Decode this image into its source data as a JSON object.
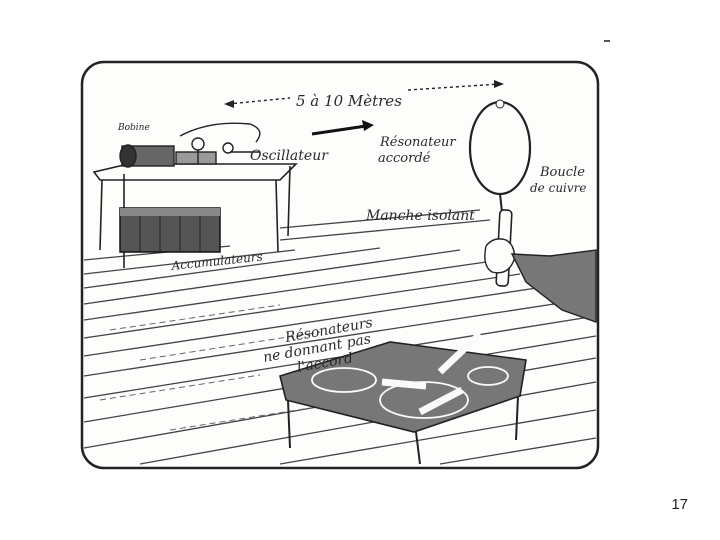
{
  "diagram": {
    "labels": {
      "distance": "5 à 10 Mètres",
      "bobine": "Bobine",
      "oscillateur": "Oscillateur",
      "resonateur_accorde_1": "Résonateur",
      "resonateur_accorde_2": "accordé",
      "boucle_1": "Boucle",
      "boucle_2": "de cuivre",
      "manche": "Manche isolant",
      "accumulateurs": "Accumulateurs",
      "non_accord_1": "Résonateurs",
      "non_accord_2": "ne  donnant  pas",
      "non_accord_3": "l'accord"
    }
  },
  "page_number": "17"
}
